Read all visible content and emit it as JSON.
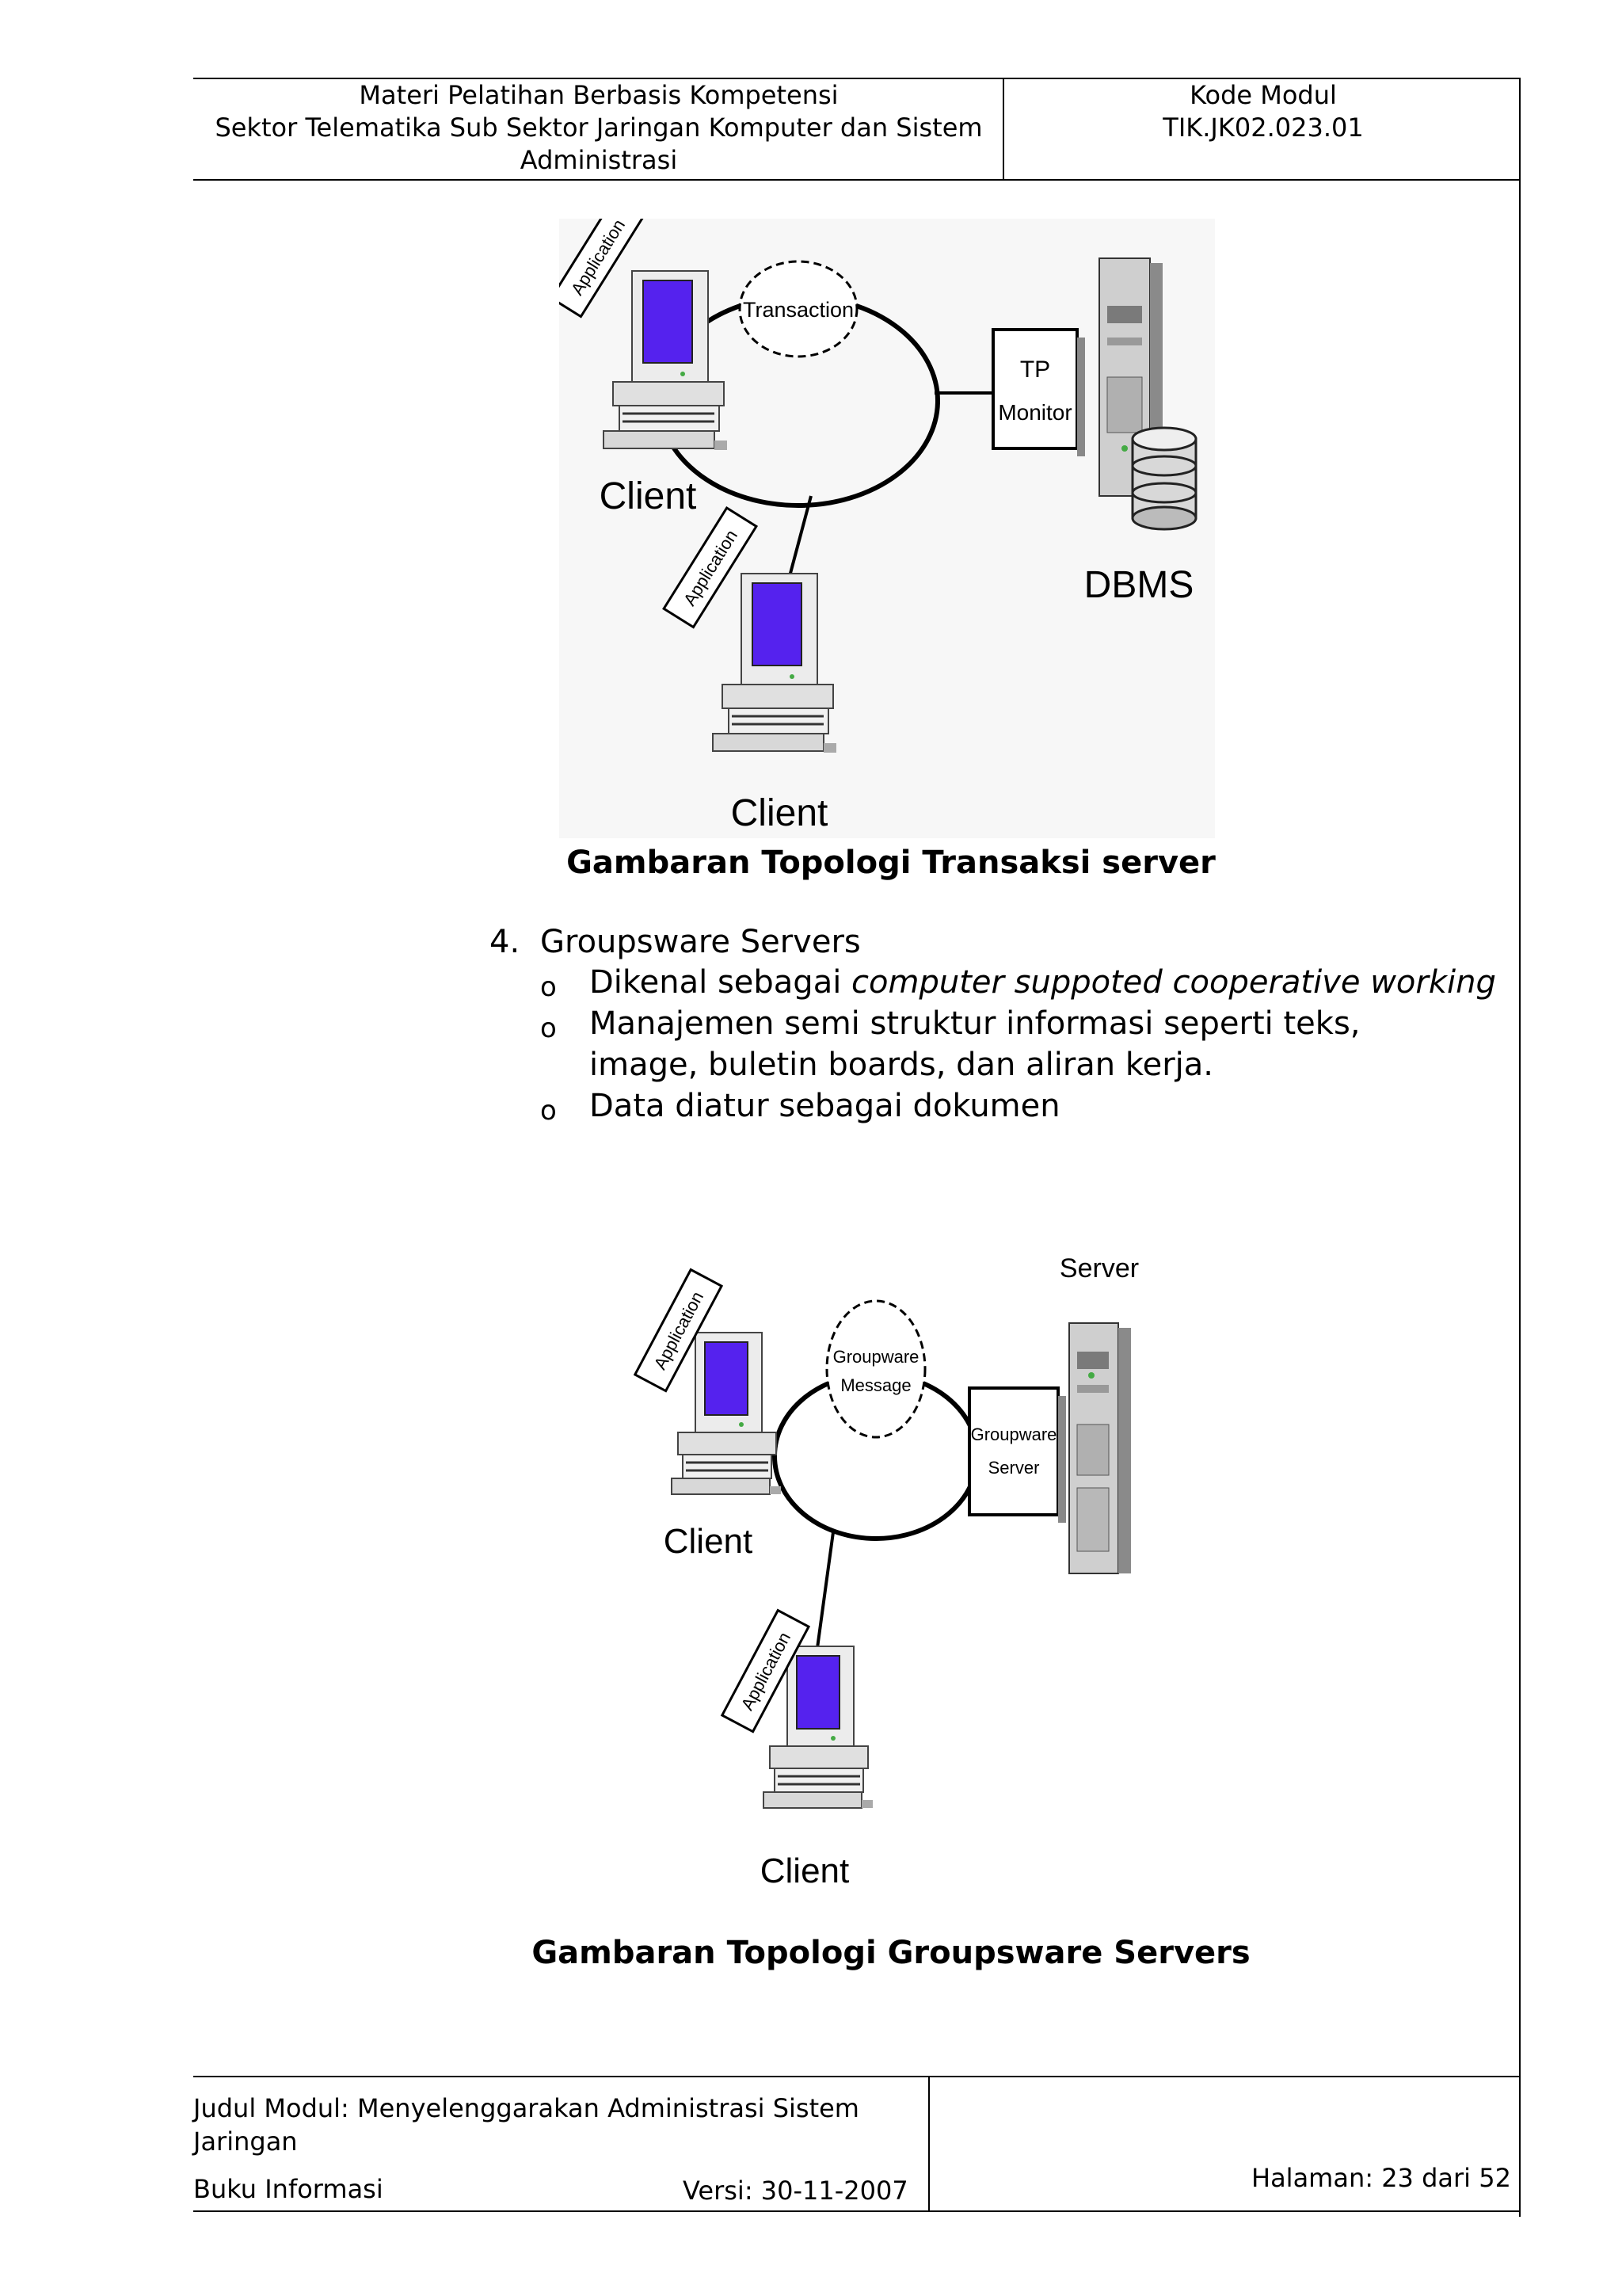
{
  "header": {
    "left_lines": [
      "Materi Pelatihan Berbasis Kompetensi",
      "Sektor Telematika Sub Sektor Jaringan Komputer dan Sistem",
      "Administrasi"
    ],
    "right_lines": [
      "Kode Modul",
      "TIK.JK02.023.01"
    ]
  },
  "figure1": {
    "caption": "Gambaran Topologi Transaksi server",
    "labels": {
      "application_top": "Application",
      "application_bottom": "Application",
      "transaction": "Transaction",
      "tp_monitor_1": "TP",
      "tp_monitor_2": "Monitor",
      "dbms": "DBMS",
      "client_top": "Client",
      "client_bottom": "Client"
    }
  },
  "section": {
    "number": "4.",
    "title": "Groupsware Servers",
    "bullet_symbol": "o",
    "bullets": [
      {
        "plain": "Dikenal sebagai ",
        "italic": "computer suppoted cooperative working"
      },
      {
        "plain": "Manajemen semi struktur informasi seperti teks, image, buletin boards, dan aliran kerja.",
        "italic": ""
      },
      {
        "plain": "Data diatur sebagai dokumen",
        "italic": ""
      }
    ]
  },
  "figure2": {
    "caption": "Gambaran Topologi Groupsware Servers",
    "labels": {
      "application_top": "Application",
      "application_bottom": "Application",
      "message_1": "Groupware",
      "message_2": "Message",
      "gserver_1": "Groupware",
      "gserver_2": "Server",
      "server": "Server",
      "client_top": "Client",
      "client_bottom": "Client"
    }
  },
  "footer": {
    "judul": "Judul Modul: Menyelenggarakan Administrasi Sistem Jaringan",
    "buku": "Buku Informasi",
    "versi": "Versi: 30-11-2007",
    "halaman": "Halaman: 23 dari 52"
  },
  "colors": {
    "screen": "#5522ee",
    "figure_bg": "#f7f7f7",
    "line": "#000000"
  }
}
